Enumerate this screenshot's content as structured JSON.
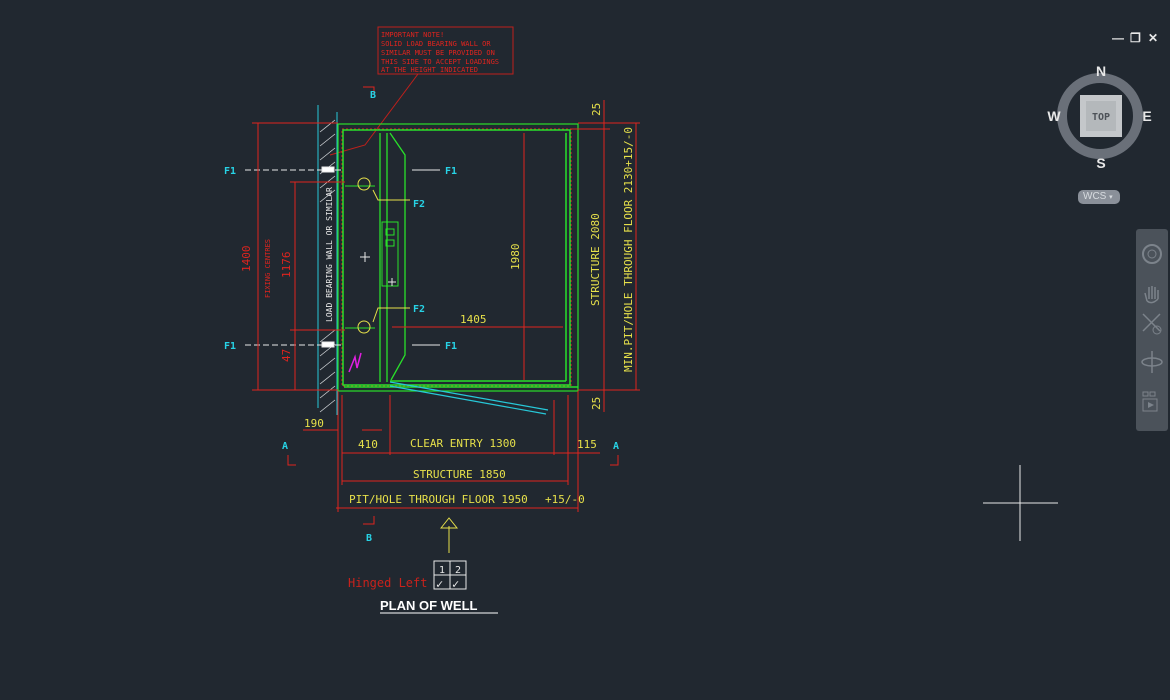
{
  "window_controls": {
    "minimize": "—",
    "restore": "❐",
    "close": "✕"
  },
  "viewcube": {
    "north": "N",
    "south": "S",
    "east": "E",
    "west": "W",
    "face": "TOP"
  },
  "wcs_label": "WCS",
  "navbar": {
    "items": [
      "steering-wheel-icon",
      "pan-icon",
      "zoom-extents-icon",
      "orbit-icon",
      "showmotion-icon"
    ]
  },
  "colors": {
    "background": "#212830",
    "dimension": "#e0241e",
    "text": "#e6e04a",
    "shaft": "#29e02a",
    "markers": "#27d3e6"
  },
  "drawing": {
    "note": [
      "IMPORTANT NOTE!",
      "SOLID LOAD BEARING WALL OR",
      "SIMILAR MUST BE PROVIDED ON",
      "THIS SIDE TO ACCEPT LOADINGS",
      "AT THE HEIGHT INDICATED"
    ],
    "section_b": "B",
    "section_a": "A",
    "f1": "F1",
    "f2": "F2",
    "wall_label": "LOAD BEARING WALL OR SIMILAR",
    "fixing_centres": "FIXING CENTRES",
    "dim_1400": "1400",
    "dim_1176": "1176",
    "dim_47": "47",
    "dim_1980": "1980",
    "dim_1405": "1405",
    "dim_25_top": "25",
    "dim_25_bottom": "25",
    "structure_2080": "STRUCTURE 2080",
    "min_pit": "MIN.PIT/HOLE THROUGH FLOOR 2130+15/-0",
    "dim_190": "190",
    "dim_410": "410",
    "clear_entry": "CLEAR ENTRY 1300",
    "dim_115": "115",
    "structure_1850": "STRUCTURE 1850",
    "pit_hole": "PIT/HOLE THROUGH FLOOR 1950",
    "tolerance": "+15/-0",
    "hinged": "Hinged Left",
    "box_1": "1",
    "box_2": "2",
    "check": "✓",
    "title": "PLAN OF WELL"
  }
}
